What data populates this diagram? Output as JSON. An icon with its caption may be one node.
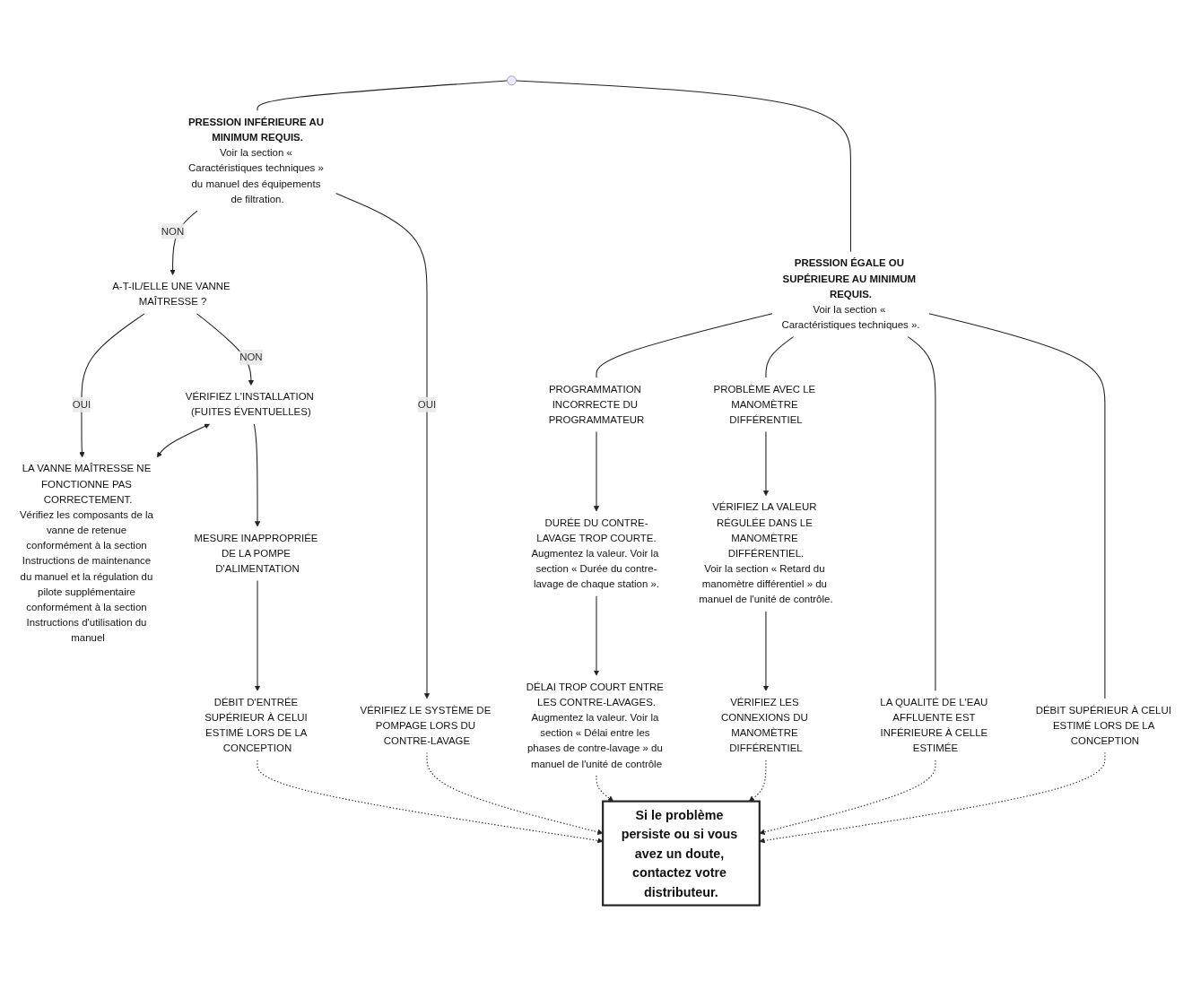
{
  "diagram": {
    "nodes": [
      {
        "text": [
          "PRESSION INFÉRIEURE AU MINIMUM REQUIS.",
          "Voir la section « Caractéristiques techniques » du manuel des équipements de filtration."
        ]
      },
      {
        "text": [
          "PRESSION ÉGALE OU SUPÉRIEURE AU MINIMUM REQUIS.",
          "Voir la section « Caractéristiques techniques »."
        ]
      },
      {
        "text": [
          "A-T-IL/ELLE UNE VANNE MAÎTRESSE ?"
        ]
      },
      {
        "text": [
          "VÉRIFIEZ LE SYSTÈME DE POMPAGE LORS DU CONTRE-LAVAGE"
        ]
      },
      {
        "text": [
          "VÉRIFIEZ L'INSTALLATION (FUITES ÉVENTUELLES)"
        ]
      },
      {
        "text": [
          "LA VANNE MAÎTRESSE NE FONCTIONNE PAS CORRECTEMENT.",
          "Vérifiez les composants de la vanne de retenue conformément à la section Instructions de maintenance du manuel et la régulation du pilote supplémentaire conformément à la section Instructions d'utilisation du manuel"
        ]
      },
      {
        "text": [
          "MESURE INAPPROPRIÉE DE LA POMPE D'ALIMENTATION"
        ]
      },
      {
        "text": [
          "DÉBIT D'ENTRÉE SUPÉRIEUR À CELUI ESTIMÉ LORS DE LA CONCEPTION"
        ]
      },
      {
        "text": [
          "PROGRAMMATION INCORRECTE DU PROGRAMMATEUR"
        ]
      },
      {
        "text": [
          "PROBLÈME AVEC LE MANOMÈTRE DIFFÉRENTIEL"
        ]
      },
      {
        "text": [
          "LA QUALITÉ DE L'EAU AFFLUENTE EST INFÉRIEURE À CELLE ESTIMÉE"
        ]
      },
      {
        "text": [
          "DÉBIT SUPÉRIEUR À CELUI ESTIMÉ LORS DE LA CONCEPTION"
        ]
      },
      {
        "text": [
          "DURÉE DU CONTRE-LAVAGE TROP COURTE.",
          "Augmentez la valeur. Voir la section « Durée du contre-lavage de chaque station »."
        ]
      },
      {
        "text": [
          "VÉRIFIEZ LA VALEUR RÉGULÉE DANS LE MANOMÈTRE DIFFÉRENTIEL.",
          "Voir la section « Retard du manomètre différentiel » du manuel de l'unité de contrôle."
        ]
      },
      {
        "text": [
          "DÉLAI TROP COURT ENTRE LES CONTRE-LAVAGES.",
          "Augmentez la valeur. Voir la section « Délai entre les phases de contre-lavage » du manuel de l'unité de contrôle"
        ]
      },
      {
        "text": [
          "VÉRIFIEZ LES CONNEXIONS DU MANOMÈTRE DIFFÉRENTIEL"
        ]
      },
      {
        "text": [
          "Si le problème persiste ou si vous avez un doute, contactez votre distributeur."
        ]
      }
    ],
    "edges": [
      {
        "from": null,
        "to": 0,
        "arrow": "none"
      },
      {
        "from": null,
        "to": 1,
        "arrow": "none"
      },
      {
        "from": 0,
        "to": 2,
        "arrow": "to",
        "label": "NON"
      },
      {
        "from": 0,
        "to": 3,
        "arrow": "to",
        "label": "OUI"
      },
      {
        "from": 2,
        "to": 4,
        "arrow": "to",
        "label": "NON"
      },
      {
        "from": 2,
        "to": 5,
        "arrow": "to",
        "label": "OUI"
      },
      {
        "from": 4,
        "to": 5,
        "arrow": "both"
      },
      {
        "from": 4,
        "to": 6,
        "arrow": "to"
      },
      {
        "from": 6,
        "to": 7,
        "arrow": "to"
      },
      {
        "from": 7,
        "to": 16,
        "arrow": "to",
        "style": "dashed"
      },
      {
        "from": 3,
        "to": 16,
        "arrow": "to",
        "style": "dashed"
      },
      {
        "from": 1,
        "to": 8,
        "arrow": "none"
      },
      {
        "from": 1,
        "to": 9,
        "arrow": "none"
      },
      {
        "from": 1,
        "to": 10,
        "arrow": "none"
      },
      {
        "from": 1,
        "to": 11,
        "arrow": "none"
      },
      {
        "from": 8,
        "to": 12,
        "arrow": "to"
      },
      {
        "from": 12,
        "to": 14,
        "arrow": "to"
      },
      {
        "from": 9,
        "to": 13,
        "arrow": "to"
      },
      {
        "from": 13,
        "to": 15,
        "arrow": "to"
      },
      {
        "from": 14,
        "to": 16,
        "arrow": "to",
        "style": "dashed"
      },
      {
        "from": 15,
        "to": 16,
        "arrow": "to",
        "style": "dashed"
      },
      {
        "from": 10,
        "to": 16,
        "arrow": "to",
        "style": "dashed"
      },
      {
        "from": 11,
        "to": 16,
        "arrow": "to",
        "style": "dashed"
      }
    ]
  }
}
